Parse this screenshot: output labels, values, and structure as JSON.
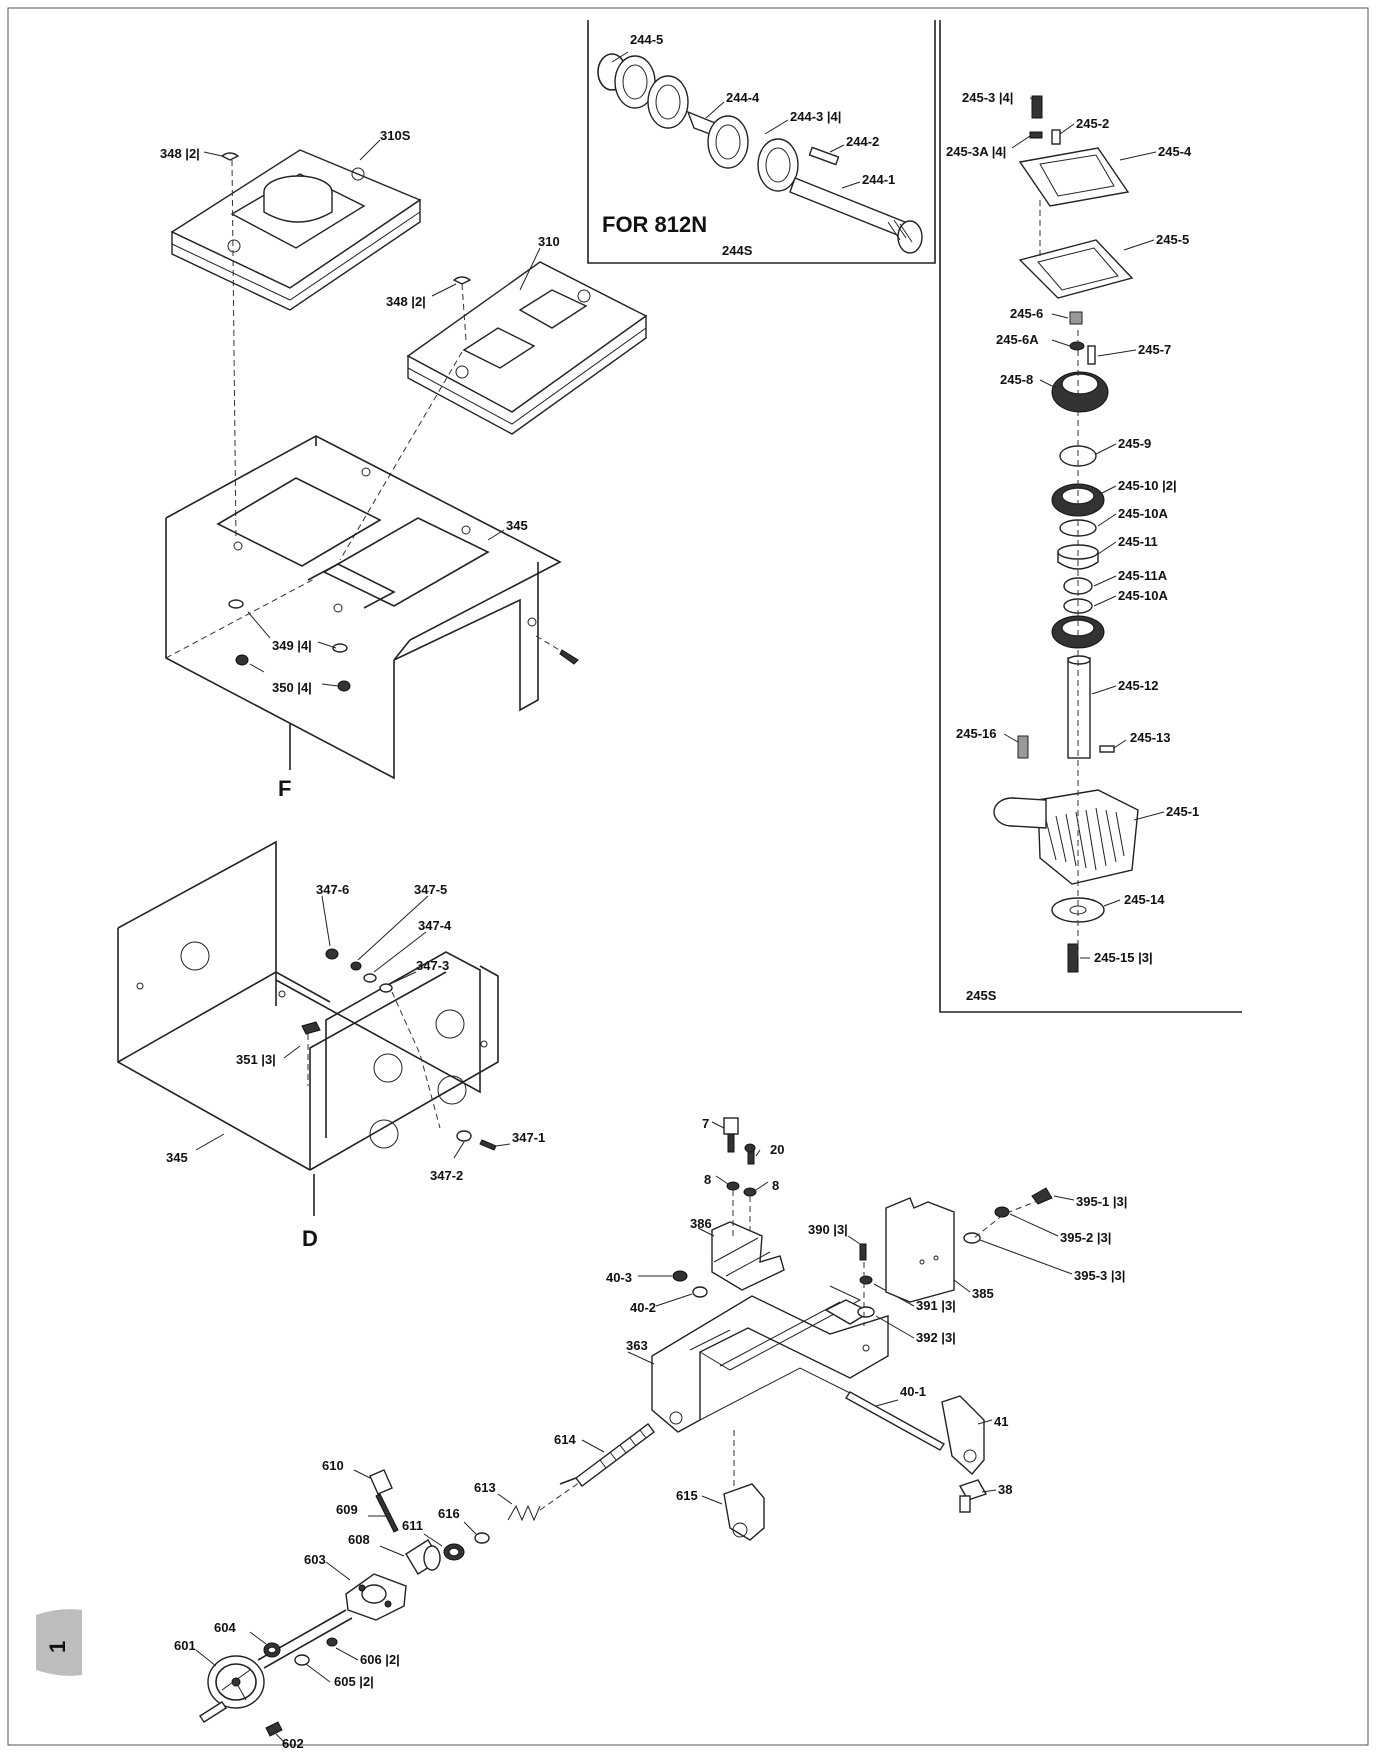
{
  "page_tab": "1",
  "boxes": {
    "s244": {
      "model_note": "FOR 812N",
      "title": "244S"
    },
    "s245": {
      "title": "245S"
    }
  },
  "assembly_letters": {
    "upper": "F",
    "lower": "D"
  },
  "labels": {
    "p244_5": "244-5",
    "p244_4": "244-4",
    "p244_3": "244-3 |4|",
    "p244_2": "244-2",
    "p244_1": "244-1",
    "p245_3": "245-3 |4|",
    "p245_2": "245-2",
    "p245_3a": "245-3A |4|",
    "p245_4": "245-4",
    "p245_5": "245-5",
    "p245_6": "245-6",
    "p245_6a": "245-6A",
    "p245_7": "245-7",
    "p245_8": "245-8",
    "p245_9": "245-9",
    "p245_10": "245-10 |2|",
    "p245_10a": "245-10A",
    "p245_11": "245-11",
    "p245_11a": "245-11A",
    "p245_10a2": "245-10A",
    "p245_12": "245-12",
    "p245_16": "245-16",
    "p245_13": "245-13",
    "p245_1": "245-1",
    "p245_14": "245-14",
    "p245_15": "245-15 |3|",
    "p348a": "348 |2|",
    "p310s": "310S",
    "p310": "310",
    "p348b": "348 |2|",
    "p345a": "345",
    "p349": "349 |4|",
    "p350": "350 |4|",
    "p347_6": "347-6",
    "p347_5": "347-5",
    "p347_4": "347-4",
    "p347_3": "347-3",
    "p351": "351 |3|",
    "p345b": "345",
    "p347_2": "347-2",
    "p347_1": "347-1",
    "p7": "7",
    "p20": "20",
    "p8a": "8",
    "p8b": "8",
    "p386": "386",
    "p390": "390 |3|",
    "p40_3": "40-3",
    "p40_2": "40-2",
    "p363": "363",
    "p391": "391 |3|",
    "p392": "392 |3|",
    "p385": "385",
    "p395_1": "395-1 |3|",
    "p395_2": "395-2 |3|",
    "p395_3": "395-3 |3|",
    "p40_1": "40-1",
    "p41": "41",
    "p38": "38",
    "p614": "614",
    "p615": "615",
    "p610": "610",
    "p609": "609",
    "p616": "616",
    "p613": "613",
    "p611": "611",
    "p608": "608",
    "p603": "603",
    "p604": "604",
    "p601": "601",
    "p606": "606 |2|",
    "p605": "605 |2|",
    "p602": "602"
  }
}
